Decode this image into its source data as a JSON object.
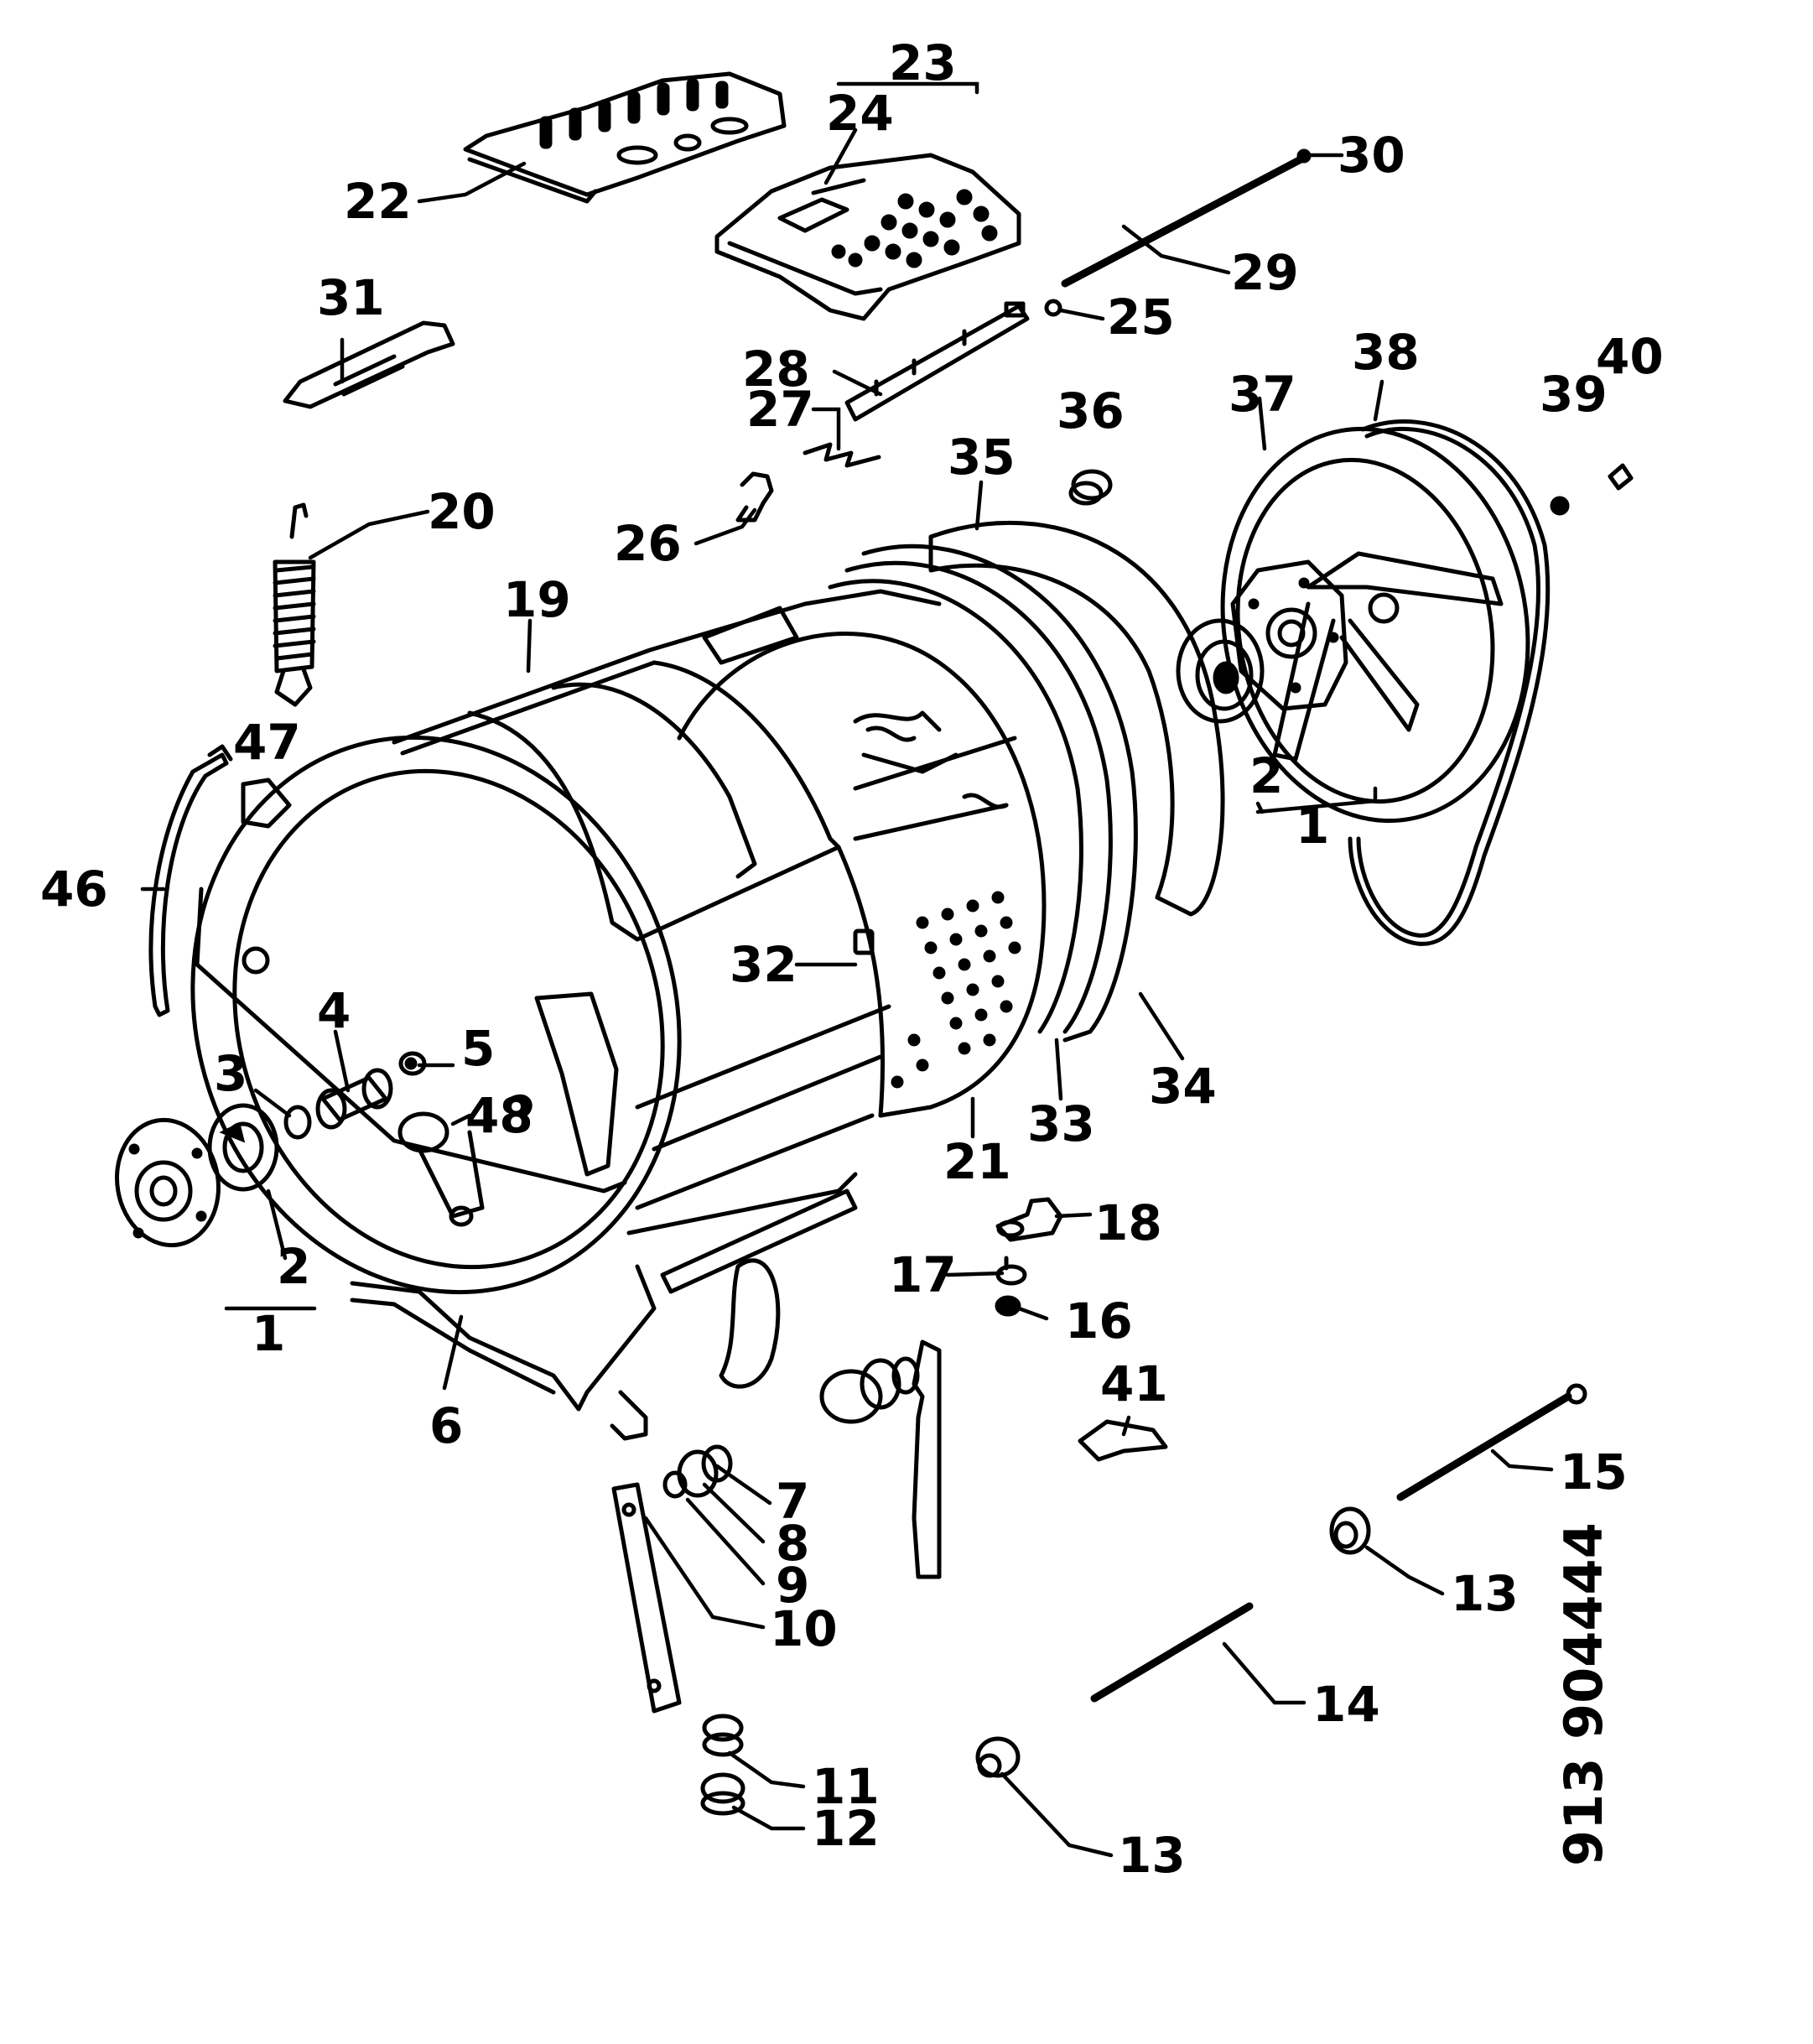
{
  "diagram": {
    "reference_code": "913 904444",
    "callouts": [
      {
        "id": "c-22",
        "label": "22"
      },
      {
        "id": "c-23",
        "label": "23"
      },
      {
        "id": "c-24",
        "label": "24"
      },
      {
        "id": "c-30",
        "label": "30"
      },
      {
        "id": "c-29",
        "label": "29"
      },
      {
        "id": "c-25",
        "label": "25"
      },
      {
        "id": "c-31",
        "label": "31"
      },
      {
        "id": "c-28",
        "label": "28"
      },
      {
        "id": "c-27",
        "label": "27"
      },
      {
        "id": "c-36",
        "label": "36"
      },
      {
        "id": "c-37",
        "label": "37"
      },
      {
        "id": "c-38",
        "label": "38"
      },
      {
        "id": "c-39",
        "label": "39"
      },
      {
        "id": "c-40",
        "label": "40"
      },
      {
        "id": "c-35",
        "label": "35"
      },
      {
        "id": "c-20",
        "label": "20"
      },
      {
        "id": "c-26",
        "label": "26"
      },
      {
        "id": "c-19",
        "label": "19"
      },
      {
        "id": "c-47",
        "label": "47"
      },
      {
        "id": "c-2r",
        "label": "2"
      },
      {
        "id": "c-1r",
        "label": "1"
      },
      {
        "id": "c-46",
        "label": "46"
      },
      {
        "id": "c-32",
        "label": "32"
      },
      {
        "id": "c-4",
        "label": "4"
      },
      {
        "id": "c-5",
        "label": "5"
      },
      {
        "id": "c-3",
        "label": "3"
      },
      {
        "id": "c-48",
        "label": "48"
      },
      {
        "id": "c-34",
        "label": "34"
      },
      {
        "id": "c-33",
        "label": "33"
      },
      {
        "id": "c-21",
        "label": "21"
      },
      {
        "id": "c-2l",
        "label": "2"
      },
      {
        "id": "c-18",
        "label": "18"
      },
      {
        "id": "c-1l",
        "label": "1"
      },
      {
        "id": "c-17",
        "label": "17"
      },
      {
        "id": "c-16",
        "label": "16"
      },
      {
        "id": "c-6",
        "label": "6"
      },
      {
        "id": "c-41",
        "label": "41"
      },
      {
        "id": "c-7",
        "label": "7"
      },
      {
        "id": "c-15",
        "label": "15"
      },
      {
        "id": "c-8",
        "label": "8"
      },
      {
        "id": "c-9",
        "label": "9"
      },
      {
        "id": "c-13a",
        "label": "13"
      },
      {
        "id": "c-10",
        "label": "10"
      },
      {
        "id": "c-14",
        "label": "14"
      },
      {
        "id": "c-11",
        "label": "11"
      },
      {
        "id": "c-12",
        "label": "12"
      },
      {
        "id": "c-13b",
        "label": "13"
      }
    ]
  }
}
